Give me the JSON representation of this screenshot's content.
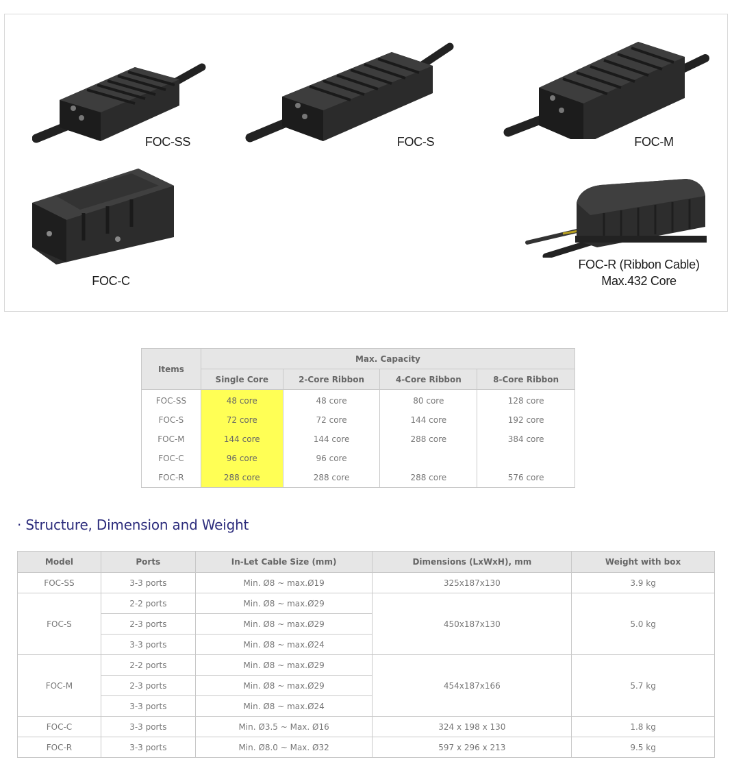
{
  "products": [
    {
      "id": "foc-ss",
      "label": "FOC-SS"
    },
    {
      "id": "foc-s",
      "label": "FOC-S"
    },
    {
      "id": "foc-m",
      "label": "FOC-M"
    },
    {
      "id": "foc-c",
      "label": "FOC-C"
    },
    {
      "id": "foc-r",
      "label": "FOC-R (Ribbon Cable)",
      "sub": "Max.432 Core"
    }
  ],
  "capacity": {
    "items_header": "Items",
    "group_header": "Max. Capacity",
    "columns": [
      "Single Core",
      "2-Core Ribbon",
      "4-Core Ribbon",
      "8-Core Ribbon"
    ],
    "rows": [
      {
        "item": "FOC-SS",
        "values": [
          "48 core",
          "48 core",
          "80 core",
          "128 core"
        ]
      },
      {
        "item": "FOC-S",
        "values": [
          "72 core",
          "72 core",
          "144 core",
          "192 core"
        ]
      },
      {
        "item": "FOC-M",
        "values": [
          "144 core",
          "144 core",
          "288 core",
          "384 core"
        ]
      },
      {
        "item": "FOC-C",
        "values": [
          "96 core",
          "96 core",
          "",
          ""
        ]
      },
      {
        "item": "FOC-R",
        "values": [
          "288 core",
          "288 core",
          "288 core",
          "576 core"
        ]
      }
    ],
    "highlight_color": "#ffff55"
  },
  "section_title": "· Structure, Dimension and Weight",
  "spec": {
    "headers": [
      "Model",
      "Ports",
      "In-Let Cable Size (mm)",
      "Dimensions (LxWxH), mm",
      "Weight with box"
    ],
    "groups": [
      {
        "model": "FOC-SS",
        "dimensions": "325x187x130",
        "weight": "3.9 kg",
        "rows": [
          {
            "ports": "3-3 ports",
            "cable": "Min. Ø8 ~ max.Ø19"
          }
        ]
      },
      {
        "model": "FOC-S",
        "dimensions": "450x187x130",
        "weight": "5.0 kg",
        "rows": [
          {
            "ports": "2-2 ports",
            "cable": "Min. Ø8 ~ max.Ø29"
          },
          {
            "ports": "2-3 ports",
            "cable": "Min. Ø8 ~ max.Ø29"
          },
          {
            "ports": "3-3 ports",
            "cable": "Min. Ø8 ~ max.Ø24"
          }
        ]
      },
      {
        "model": "FOC-M",
        "dimensions": "454x187x166",
        "weight": "5.7 kg",
        "rows": [
          {
            "ports": "2-2 ports",
            "cable": "Min. Ø8 ~ max.Ø29"
          },
          {
            "ports": "2-3 ports",
            "cable": "Min. Ø8 ~ max.Ø29"
          },
          {
            "ports": "3-3 ports",
            "cable": "Min. Ø8 ~ max.Ø24"
          }
        ]
      },
      {
        "model": "FOC-C",
        "dimensions": "324 x 198 x 130",
        "weight": "1.8 kg",
        "rows": [
          {
            "ports": "3-3 ports",
            "cable": "Min. Ø3.5 ~ Max. Ø16"
          }
        ]
      },
      {
        "model": "FOC-R",
        "dimensions": "597 x 296 x 213",
        "weight": "9.5 kg",
        "rows": [
          {
            "ports": "3-3 ports",
            "cable": "Min. Ø8.0 ~ Max. Ø32"
          }
        ]
      }
    ]
  }
}
